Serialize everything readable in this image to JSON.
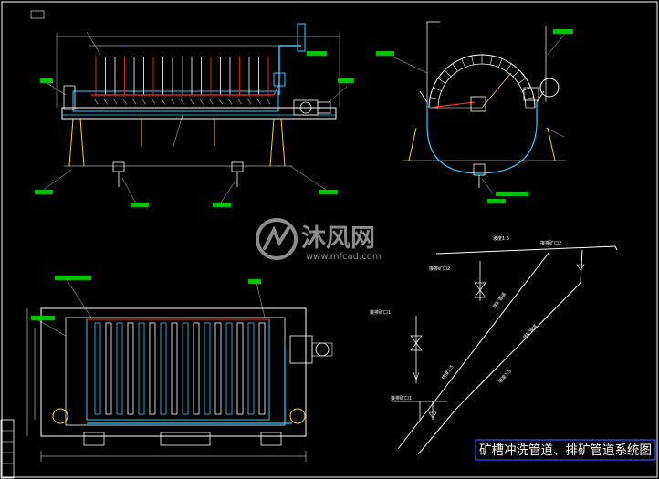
{
  "drawing": {
    "title": "矿槽冲洗管道、排矿管道系统图",
    "colors": {
      "background": "#000000",
      "frame": "#ffffff",
      "structure": "#ffffff",
      "wash_pipe": "#ff3030",
      "water_line": "#33ccff",
      "equipment": "#ffcc33",
      "label_box": "#00c000",
      "title_frame": "#3355ff"
    }
  },
  "watermark": {
    "brand": "沐风网",
    "url": "www.mfcad.com"
  },
  "schematic": {
    "slope_top": "坡度1:5",
    "slope_mid": "坡度1:5",
    "slope_right": "坡度1:5",
    "valve_1": "接排矿口2",
    "valve_2": "接排矿口1",
    "outlet_label": "接排矿口1",
    "top_outlet": "接排矿口2",
    "pipe_a": "排矿管道",
    "pipe_b": "排矿管道"
  }
}
